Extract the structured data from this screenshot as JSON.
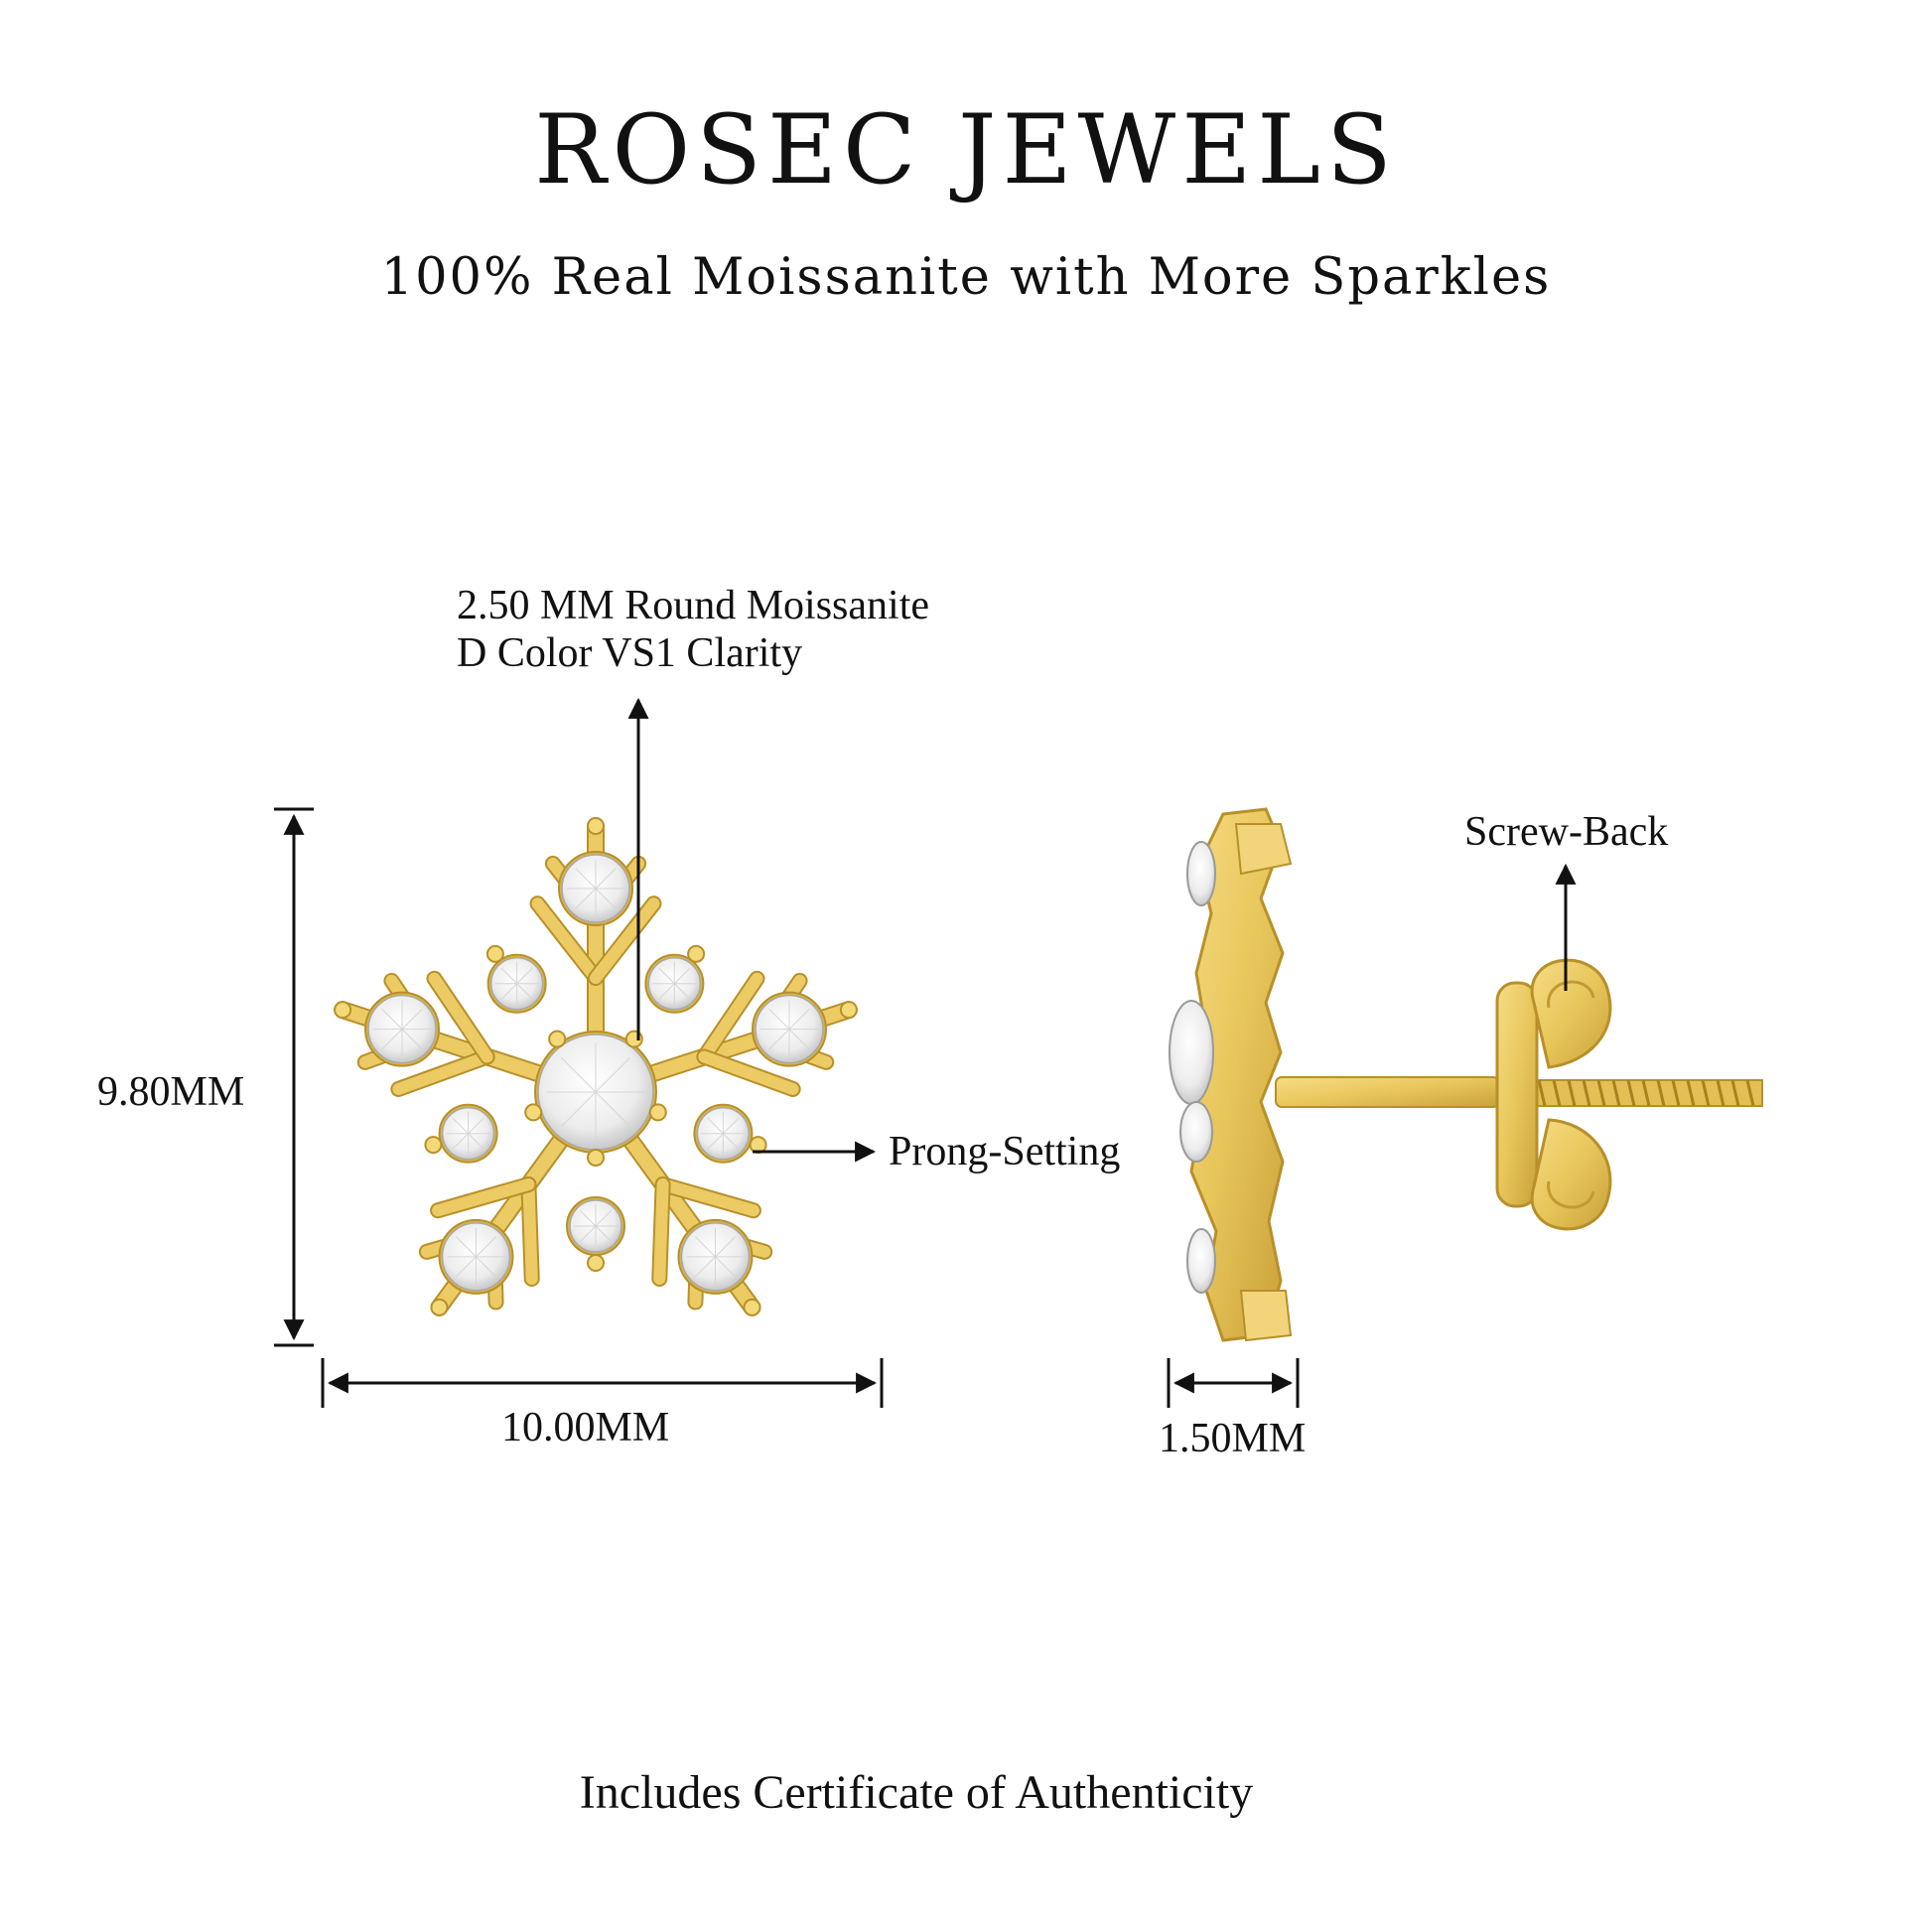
{
  "brand": {
    "name": "ROSEC JEWELS",
    "tagline": "100% Real Moissanite with More Sparkles"
  },
  "annotations": {
    "stone_line1": "2.50 MM Round Moissanite",
    "stone_line2": "D Color VS1 Clarity",
    "height": "9.80MM",
    "width": "10.00MM",
    "depth": "1.50MM",
    "setting": "Prong-Setting",
    "back": "Screw-Back"
  },
  "footer": {
    "note": "Includes Certificate of Authenticity"
  },
  "colors": {
    "gold": "#e8c65a",
    "gold_dark": "#b8902a",
    "stone": "#f4f4f4",
    "ink": "#111111"
  },
  "icons": [
    "snowflake-earring-front",
    "earring-side-view",
    "dimension-arrow"
  ]
}
